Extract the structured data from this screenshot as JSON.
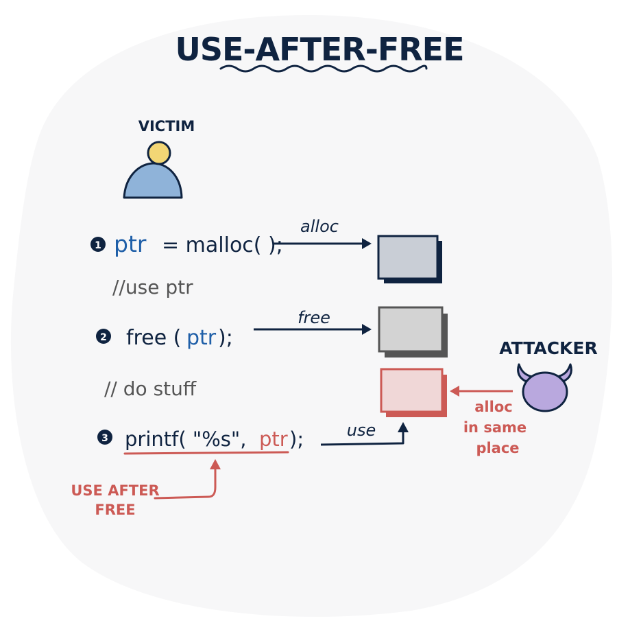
{
  "title": "USE-AFTER-FREE",
  "victim_label": "VICTIM",
  "attacker_label": "ATTACKER",
  "steps": [
    {
      "number": "1",
      "code_ptr": "ptr",
      "code_rest": "= malloc( );",
      "arrow_label": "alloc"
    },
    {
      "number": "2",
      "code_prefix": "free (",
      "code_ptr": "ptr",
      "code_suffix": ");",
      "arrow_label": "free"
    },
    {
      "number": "3",
      "code_prefix": "printf( \"%s\",",
      "code_ptr": "ptr",
      "code_suffix": ");",
      "arrow_label": "use"
    }
  ],
  "comments": [
    "//use ptr",
    "// do stuff"
  ],
  "uaf_label": [
    "USE AFTER",
    "FREE"
  ],
  "attacker_note": [
    "alloc",
    "in same",
    "place"
  ],
  "colors": {
    "navy": "#0f2340",
    "blue": "#1f5fa8",
    "red": "#cc5a55",
    "gray_text": "#555555",
    "person_body": "#8fb3d9",
    "person_head": "#f2d675",
    "attacker_fill": "#b9a8de",
    "block_alloc": "#c9ced6",
    "block_freed": "#d3d3d3",
    "block_attack": "#f0d7d7",
    "page_bg": "#f7f7f8"
  }
}
